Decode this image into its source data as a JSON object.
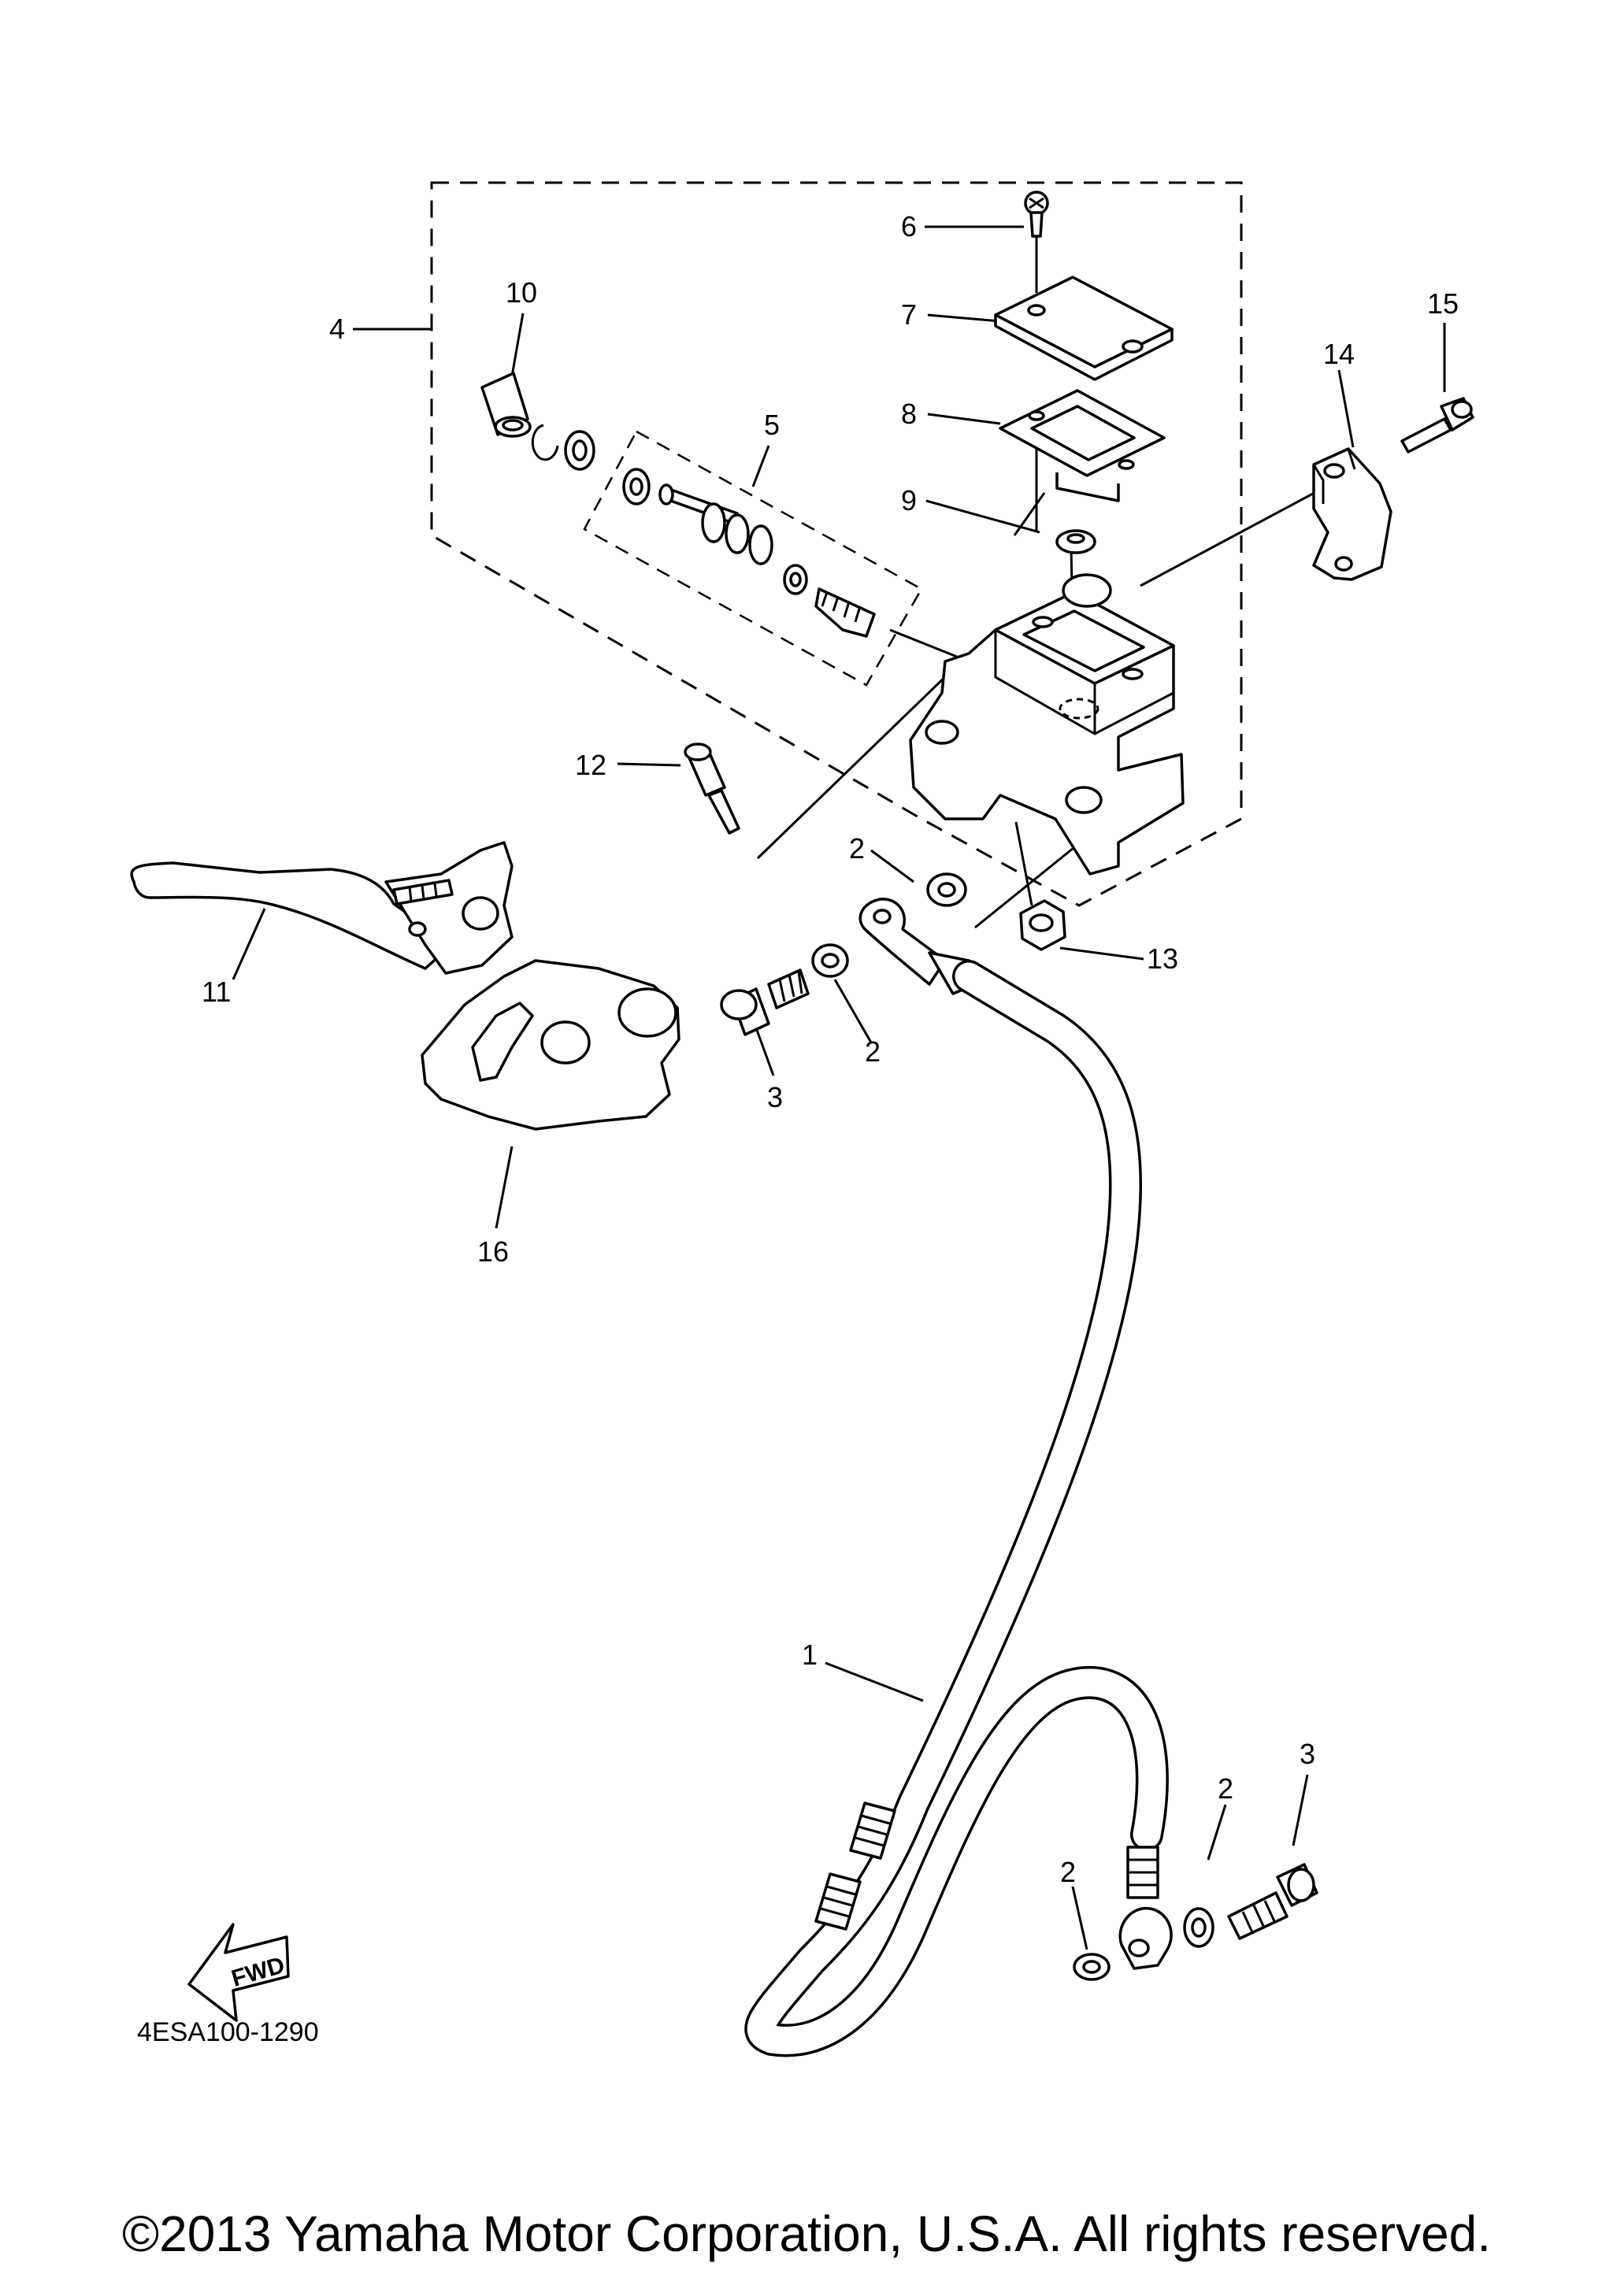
{
  "diagram_code": "4ESA100-1290",
  "copyright": "©2013 Yamaha Motor Corporation, U.S.A. All rights reserved.",
  "fwd_text": "FWD",
  "callouts": [
    "1",
    "2",
    "2",
    "2",
    "2",
    "3",
    "3",
    "4",
    "5",
    "6",
    "7",
    "8",
    "9",
    "10",
    "11",
    "12",
    "13",
    "14",
    "15",
    "16"
  ]
}
